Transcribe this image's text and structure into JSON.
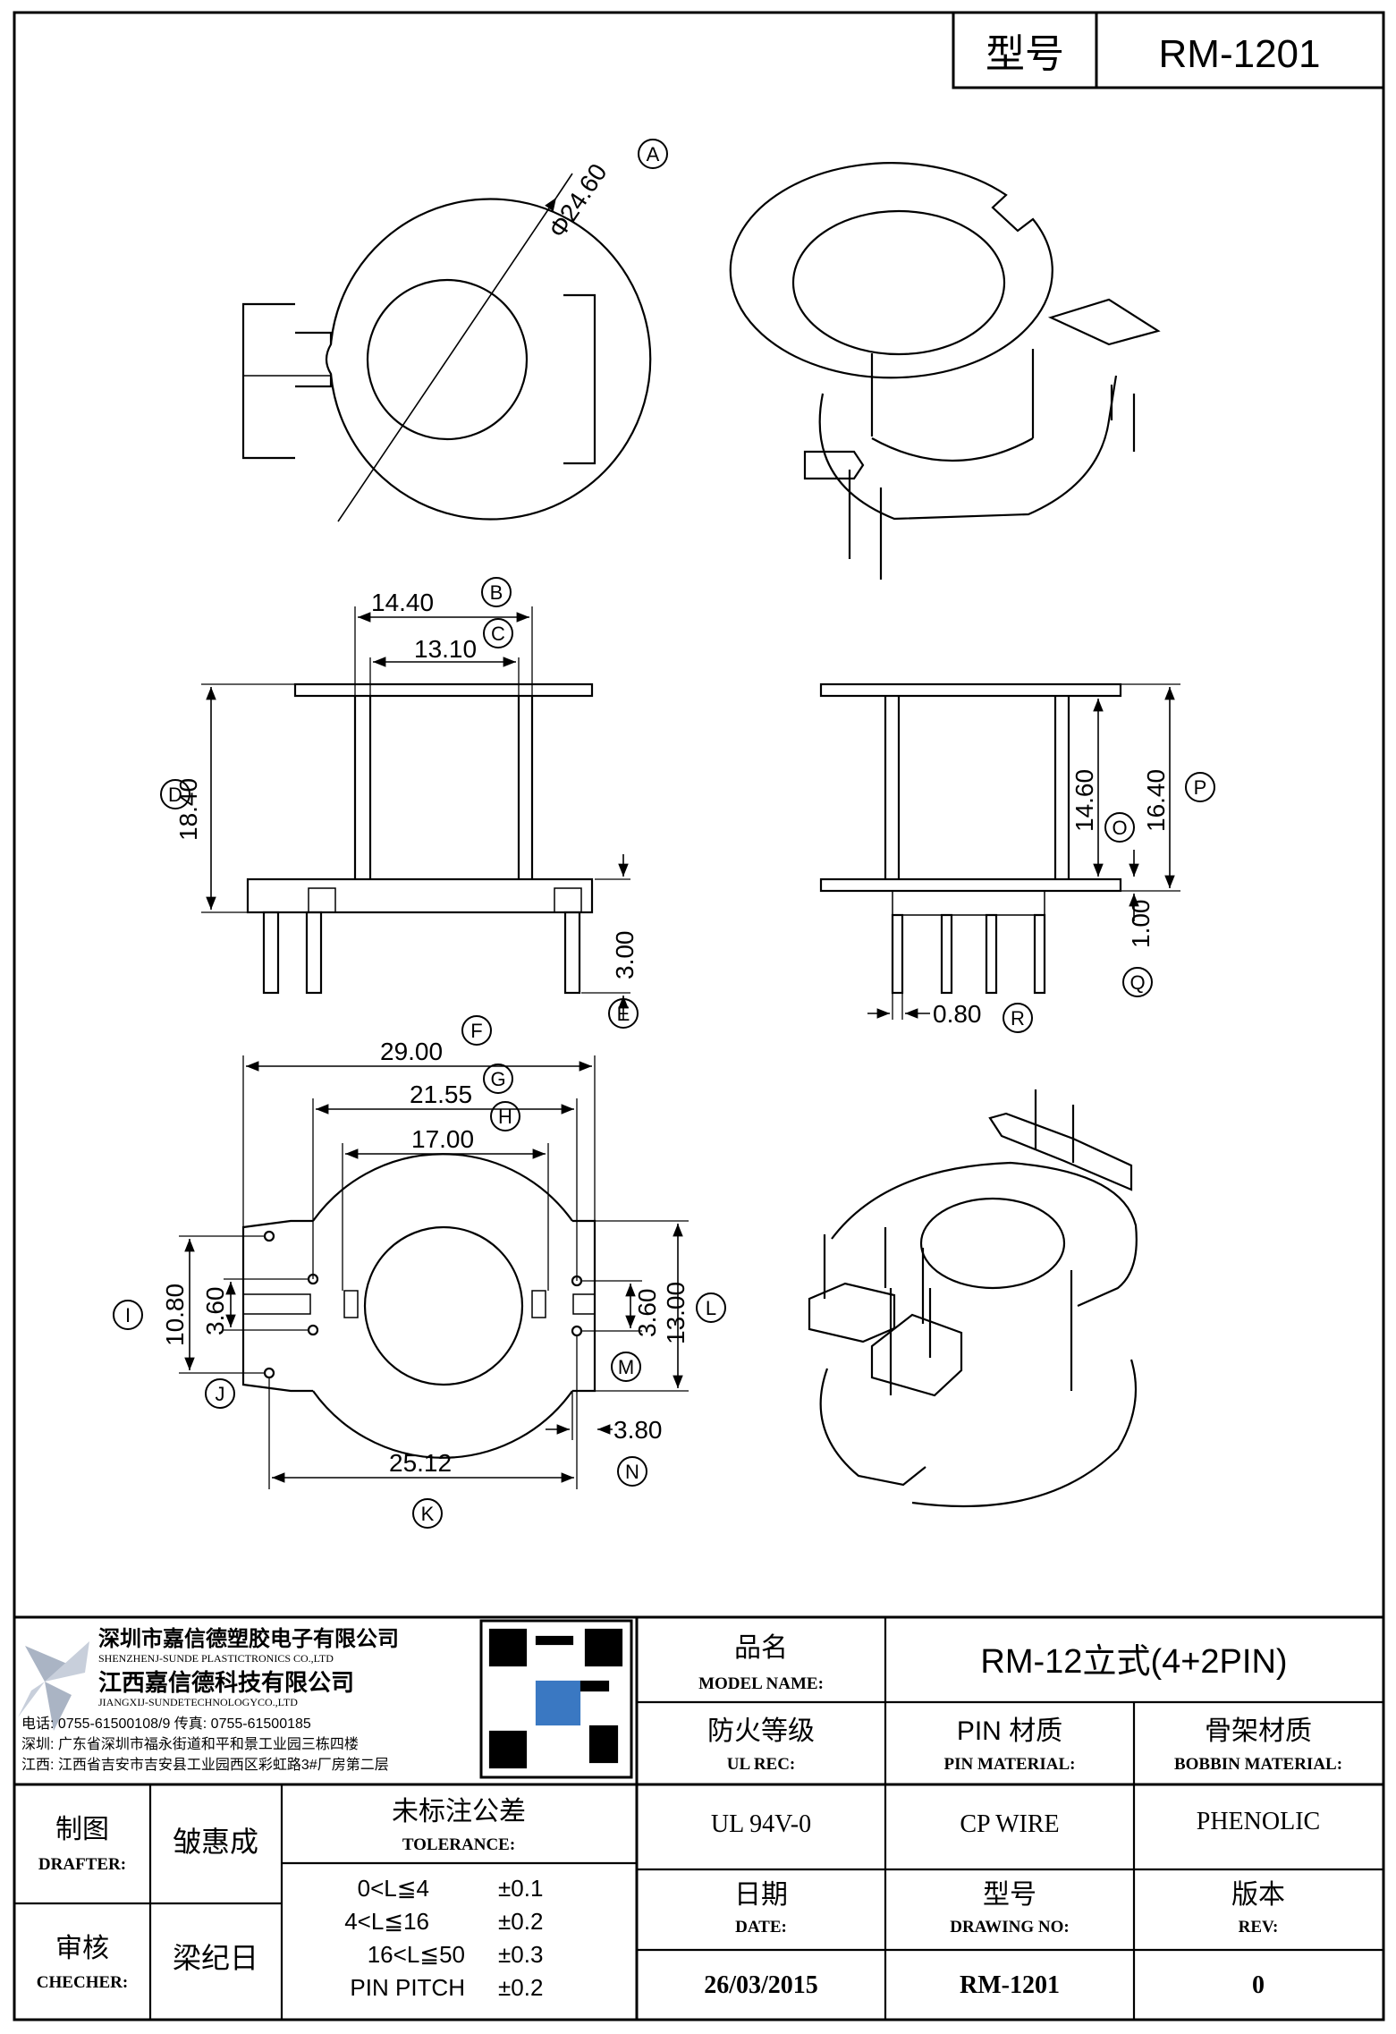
{
  "header": {
    "model_label": "型号",
    "model_value": "RM-1201"
  },
  "dimensions": {
    "A": "Φ24.60",
    "B": "14.40",
    "C": "13.10",
    "D": "18.40",
    "E": "3.00",
    "F": "29.00",
    "G": "21.55",
    "H": "17.00",
    "I": "10.80",
    "I_inner": "3.60",
    "J": "",
    "K": "25.12",
    "L": "13.00",
    "M": "3.60",
    "N": "3.80",
    "O": "14.60",
    "P": "16.40",
    "Q": "1.00",
    "R": "0.80"
  },
  "callouts": [
    "A",
    "B",
    "C",
    "D",
    "E",
    "F",
    "G",
    "H",
    "I",
    "J",
    "K",
    "L",
    "M",
    "N",
    "O",
    "P",
    "Q",
    "R"
  ],
  "company": {
    "name_cn": "深圳市嘉信德塑胶电子有限公司",
    "name_en": "SHENZHENJ-SUNDE PLASTICTRONICS CO.,LTD",
    "name2_cn": "江西嘉信德科技有限公司",
    "name2_en": "JIANGXIJ-SUNDETECHNOLOGYCO.,LTD",
    "phone_line": "电话: 0755-61500108/9        传真: 0755-61500185",
    "addr_sz": "深圳: 广东省深圳市福永街道和平和景工业园三栋四楼",
    "addr_jx": "江西: 江西省吉安市吉安县工业园西区彩虹路3#厂房第二层"
  },
  "title_block": {
    "model_name_cn": "品名",
    "model_name_en": "MODEL NAME:",
    "model_name_value": "RM-12立式(4+2PIN)",
    "ul_cn": "防火等级",
    "ul_en": "UL REC:",
    "ul_value": "UL 94V-0",
    "pin_cn": "PIN 材质",
    "pin_en": "PIN MATERIAL:",
    "pin_value": "CP WIRE",
    "bobbin_cn": "骨架材质",
    "bobbin_en": "BOBBIN MATERIAL:",
    "bobbin_value": "PHENOLIC",
    "drafter_cn": "制图",
    "drafter_en": "DRAFTER:",
    "drafter_value": "皱惠成",
    "checker_cn": "审核",
    "checker_en": "CHECHER:",
    "checker_value": "梁纪日",
    "tol_cn": "未标注公差",
    "tol_en": "TOLERANCE:",
    "tolerances": [
      {
        "range": "0<L≦4",
        "value": "±0.1"
      },
      {
        "range": "4<L≦16",
        "value": "±0.2"
      },
      {
        "range": "16<L≦50",
        "value": "±0.3"
      },
      {
        "range": "PIN PITCH",
        "value": "±0.2"
      }
    ],
    "date_cn": "日期",
    "date_en": "DATE:",
    "date_value": "26/03/2015",
    "dwg_cn": "型号",
    "dwg_en": "DRAWING NO:",
    "dwg_value": "RM-1201",
    "rev_cn": "版本",
    "rev_en": "REV:",
    "rev_value": "0"
  }
}
